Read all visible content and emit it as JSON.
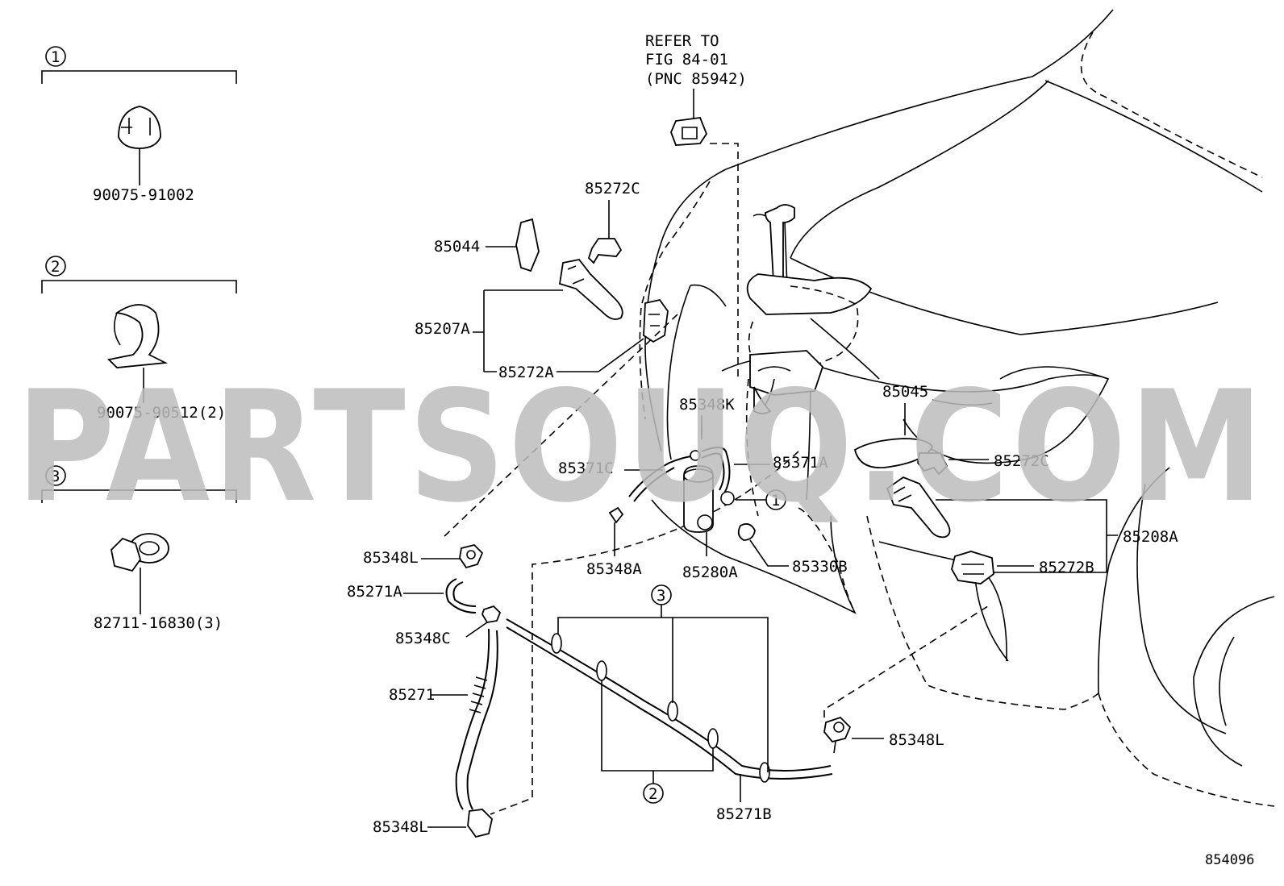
{
  "watermark": "PARTSOUQ.COM",
  "figure_number": "854096",
  "refer_note": {
    "line1": "REFER TO",
    "line2": "FIG 84-01",
    "line3": "(PNC 85942)"
  },
  "legend": [
    {
      "num": "1",
      "part": "90075-91002"
    },
    {
      "num": "2",
      "part": "90075-90512(2)"
    },
    {
      "num": "3",
      "part": "82711-16830(3)"
    }
  ],
  "labels": {
    "p85272C_top": "85272C",
    "p85044": "85044",
    "p85207A": "85207A",
    "p85272A": "85272A",
    "p85348K": "85348K",
    "p85371C": "85371C",
    "p85371A": "85371A",
    "p85045": "85045",
    "p85272C_right": "85272C",
    "p85208A": "85208A",
    "p85272B": "85272B",
    "p85348L_upper": "85348L",
    "p85271A": "85271A",
    "p85348A": "85348A",
    "p85280A": "85280A",
    "p85330B": "85330B",
    "p85348C": "85348C",
    "p85271": "85271",
    "p85348L_lower": "85348L",
    "p85271B": "85271B",
    "p85348L_right": "85348L"
  },
  "callouts": {
    "c1": "1",
    "c2": "2",
    "c3": "3"
  }
}
